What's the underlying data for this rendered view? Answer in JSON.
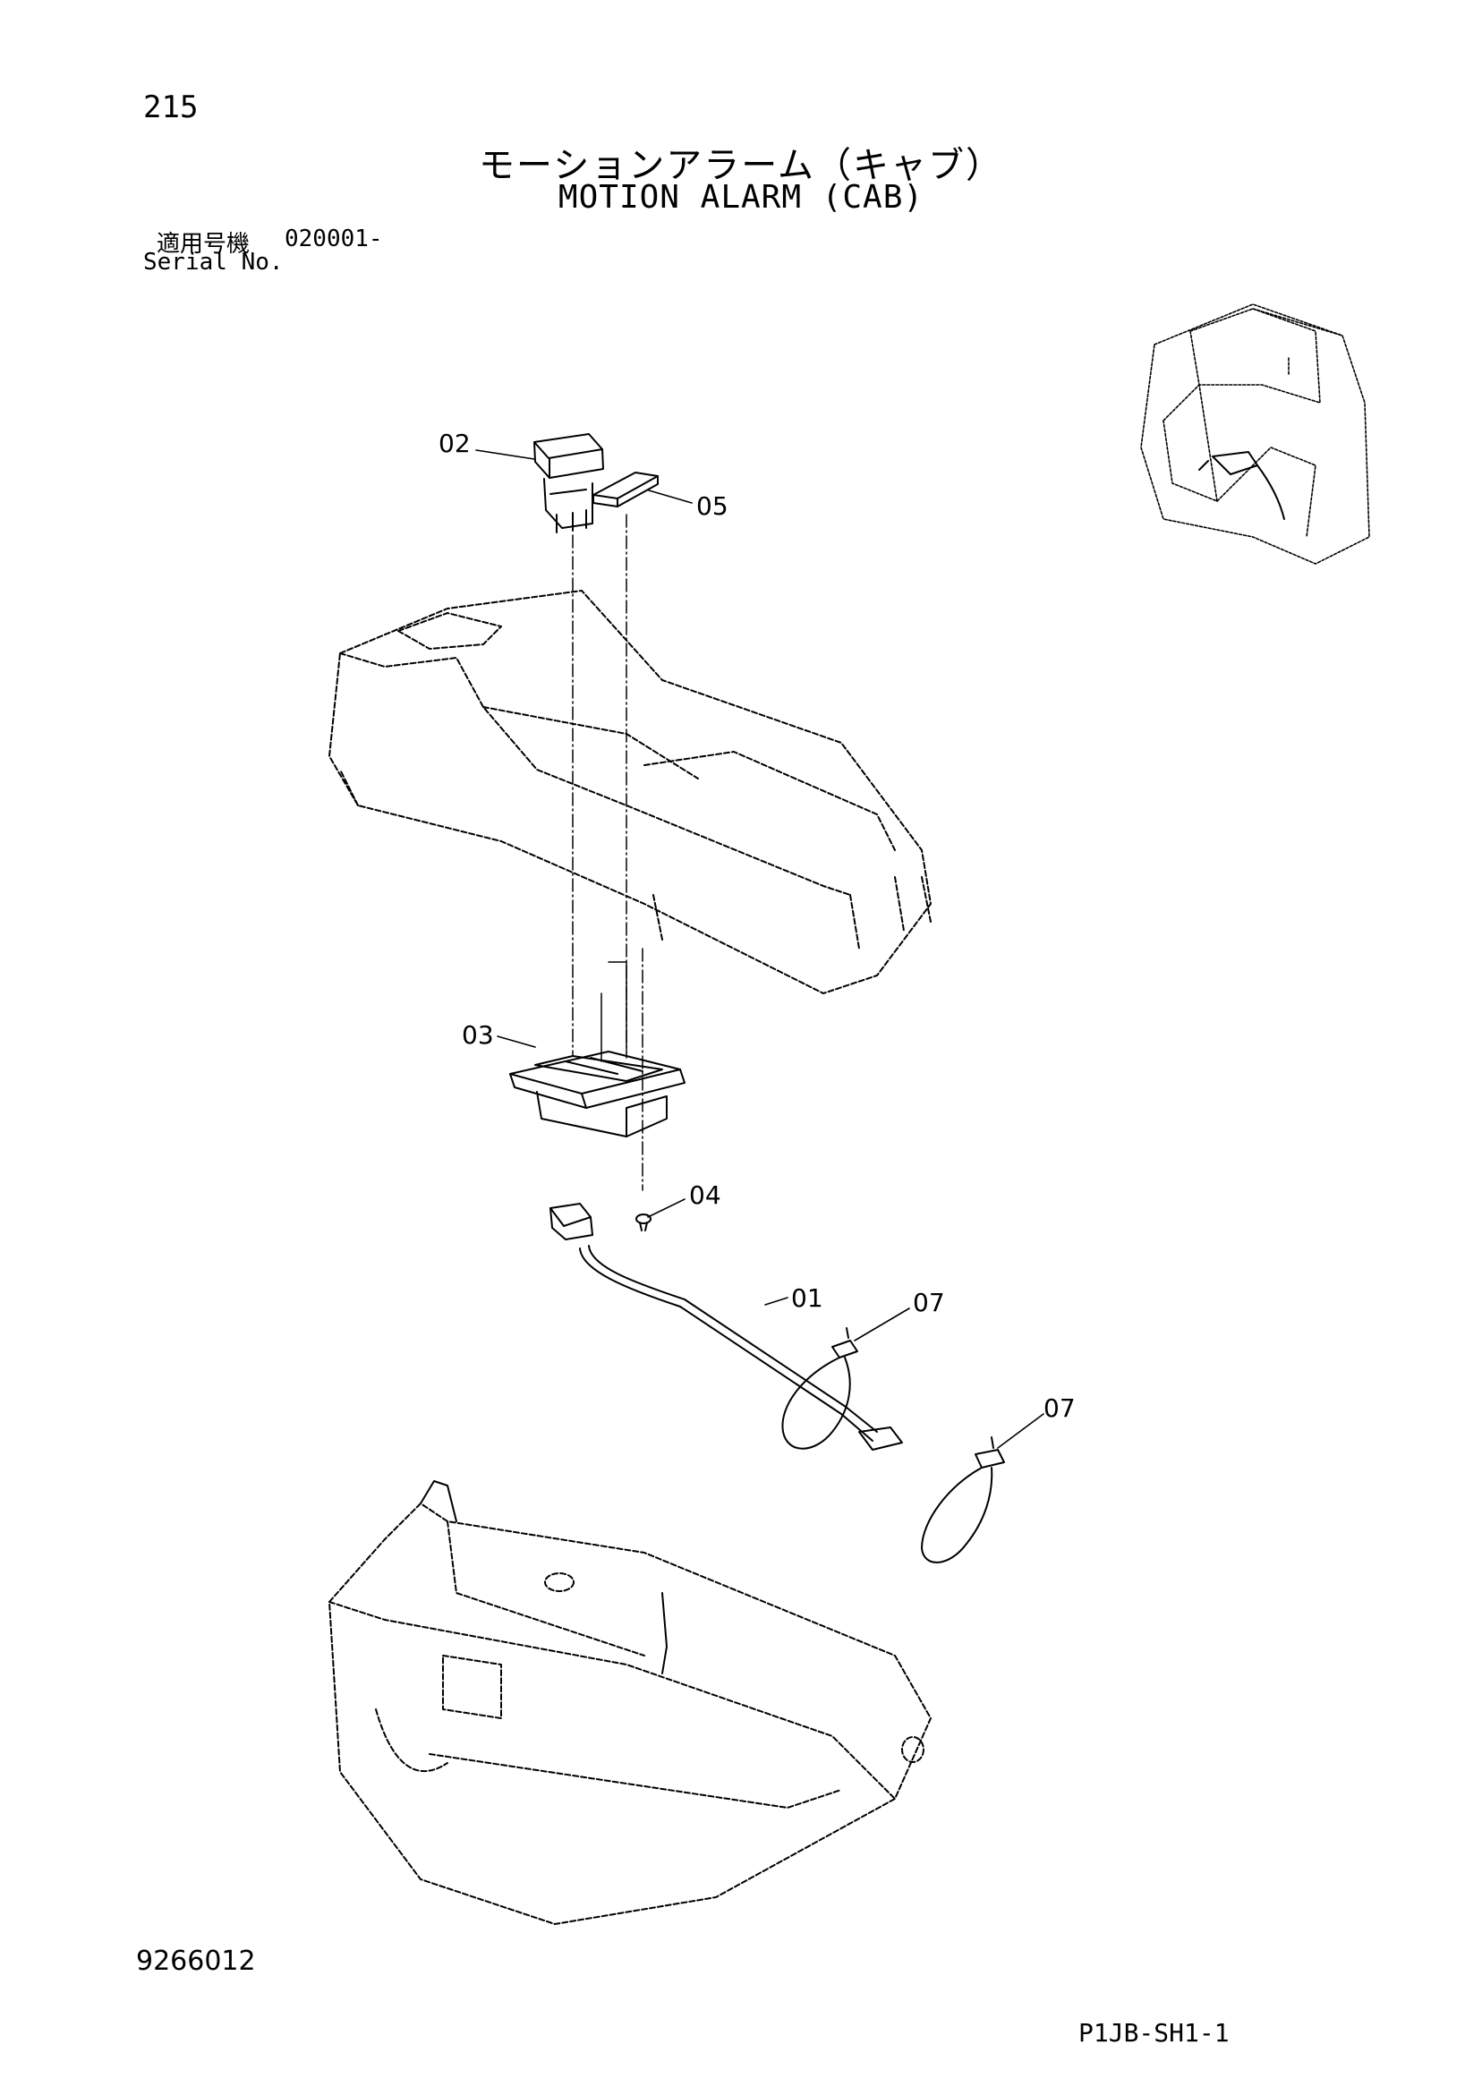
{
  "header": {
    "page_number": "215",
    "title_jp": "モーションアラーム（キャブ）",
    "title_en": "MOTION ALARM (CAB)",
    "serial_label_jp": "適用号機",
    "serial_value": "020001-",
    "serial_label_en": "Serial No."
  },
  "callouts": [
    "02",
    "05",
    "03",
    "04",
    "01",
    "07",
    "07"
  ],
  "footer": {
    "doc_code": "9266012",
    "page_code": "P1JB-SH1-1"
  }
}
